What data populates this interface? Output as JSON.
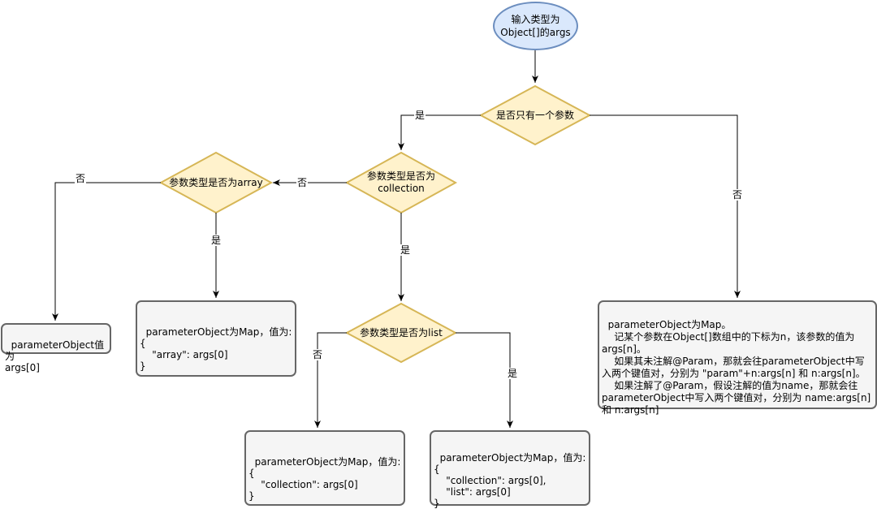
{
  "start": "输入类型为\nObject[]的args",
  "decisions": {
    "single_param": "是否只有一个参数",
    "is_collection": "参数类型是否为\ncollection",
    "is_array": "参数类型是否为array",
    "is_list": "参数类型是否为list"
  },
  "labels": {
    "yes": "是",
    "no": "否"
  },
  "results": {
    "args0": "parameterObject值为\nargs[0]",
    "array_map": "parameterObject为Map，值为:\n{\n    \"array\": args[0]\n}",
    "collection_map": "parameterObject为Map，值为:\n{\n    \"collection\": args[0]\n}",
    "list_map": "parameterObject为Map，值为:\n{\n    \"collection\": args[0],\n    \"list\": args[0]\n}",
    "multi_map": "parameterObject为Map。\n    记某个参数在Object[]数组中的下标为n，该参数的值为args[n]。\n    如果其未注解@Param，那就会往parameterObject中写入两个键值对，分别为 \"param\"+n:args[n] 和 n:args[n]。\n    如果注解了@Param，假设注解的值为name，那就会往parameterObject中写入两个键值对，分别为 name:args[n] 和 n:args[n]"
  },
  "colors": {
    "start_fill": "#dae8fc",
    "start_stroke": "#6c8ebf",
    "decision_fill": "#fff2cc",
    "decision_stroke": "#d6b656",
    "box_fill": "#f5f5f5",
    "box_stroke": "#666666"
  }
}
